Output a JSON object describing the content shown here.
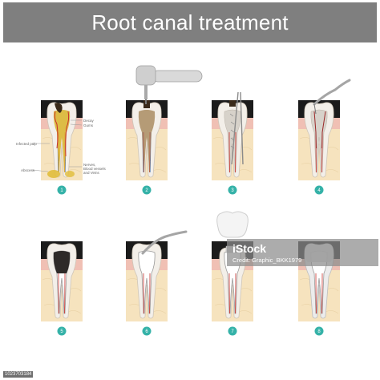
{
  "title": "Root canal treatment",
  "labels": {
    "decay": "Decay",
    "gums": "Gums",
    "infected_pulp": "Infected pulp",
    "abscess": "Abscess",
    "nerves": "Nerves,\nBlood vessels\nand Veins"
  },
  "steps": [
    "1",
    "2",
    "3",
    "4",
    "5",
    "6",
    "7",
    "8"
  ],
  "watermark": {
    "brand": "iStock",
    "credit": "Credit: Graphic_BKK1979",
    "image_id": "1023703184"
  },
  "colors": {
    "title_bg": "#7f7f7f",
    "step_badge": "#35b2a8",
    "gum": "#f0c0b4",
    "bone": "#f6e3be",
    "enamel": "#f3efe9",
    "pulp": "#c9b38f",
    "infection": "#e1bd3a",
    "nerve_red": "#c8312c"
  }
}
